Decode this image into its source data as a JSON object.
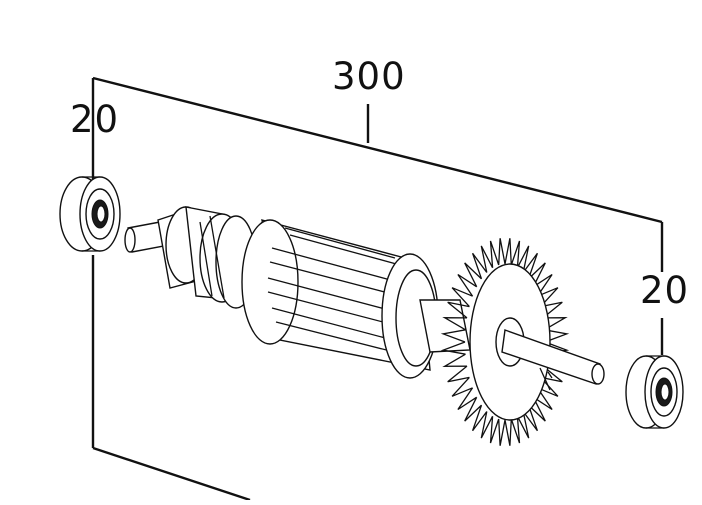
{
  "labels": {
    "armature_assembly": "300",
    "bearing_left": "20",
    "bearing_right": "20"
  },
  "colors": {
    "line": "#111111",
    "background": "#ffffff"
  }
}
